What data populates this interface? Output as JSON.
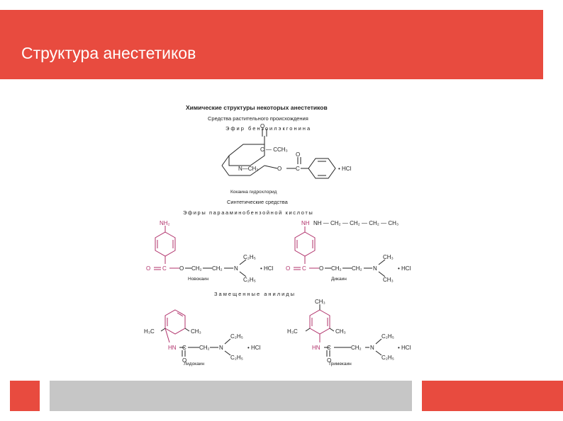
{
  "slide": {
    "title": "Структура анестетиков",
    "colors": {
      "accent": "#e84b3f",
      "footer_gray": "#c6c6c6",
      "magenta": "#b0306a"
    }
  },
  "figure": {
    "heading": "Химические структуры некоторых анестетиков",
    "natural_subtitle": "Средства растительного происхождения",
    "ester_benzoylecgonine": "Эфир бензоилэкгонина",
    "cocaine_name": "Кокаина гидрохлорид",
    "synthetic_subtitle": "Синтетические средства",
    "paba_esters": "Эфиры парааминобензойной кислоты",
    "novocaine_name": "Новокаин",
    "dicaine_name": "Дикаин",
    "amides_heading": "Замещенные анилиды",
    "lidocaine_name": "Лидокаин",
    "trimecaine_name": "Тримекаин",
    "hcl": "• HCl",
    "labels": {
      "o": "O",
      "c": "C",
      "cch3": "C — CCH₃",
      "nch3": "N—CH₃",
      "nh2": "NH₂",
      "nh": "NH",
      "hn": "HN",
      "n": "N",
      "ch2": "CH₂",
      "ch3": "CH₃",
      "h3c": "H₃C",
      "c2h5": "C₂H₅",
      "nh_butyl": "NH — CH₂ — CH₂ — CH₂ — CH₃"
    }
  }
}
